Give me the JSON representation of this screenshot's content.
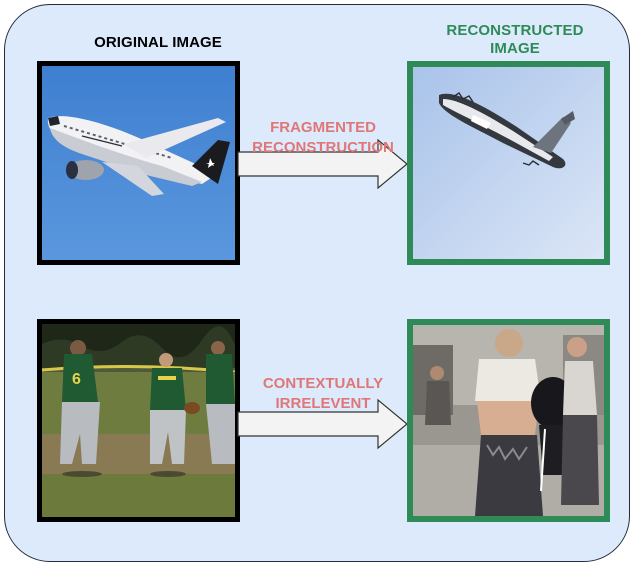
{
  "headers": {
    "original": "ORIGINAL IMAGE",
    "reconstructed_line1": "RECONSTRUCTED",
    "reconstructed_line2": "IMAGE"
  },
  "rows": [
    {
      "caption_line1": "FRAGMENTED",
      "caption_line2": "RECONSTRUCTION",
      "original_subject": "airplane",
      "reconstructed_subject": "fragmented airplane"
    },
    {
      "caption_line1": "CONTEXTUALLY",
      "caption_line2": "IRRELEVENT",
      "original_subject": "baseball players",
      "reconstructed_subject": "unrelated people"
    }
  ],
  "colors": {
    "panel": "#dceafb",
    "reconstructed_frame": "#2e8b57",
    "caption": "#e07777",
    "original_frame": "#000000"
  }
}
